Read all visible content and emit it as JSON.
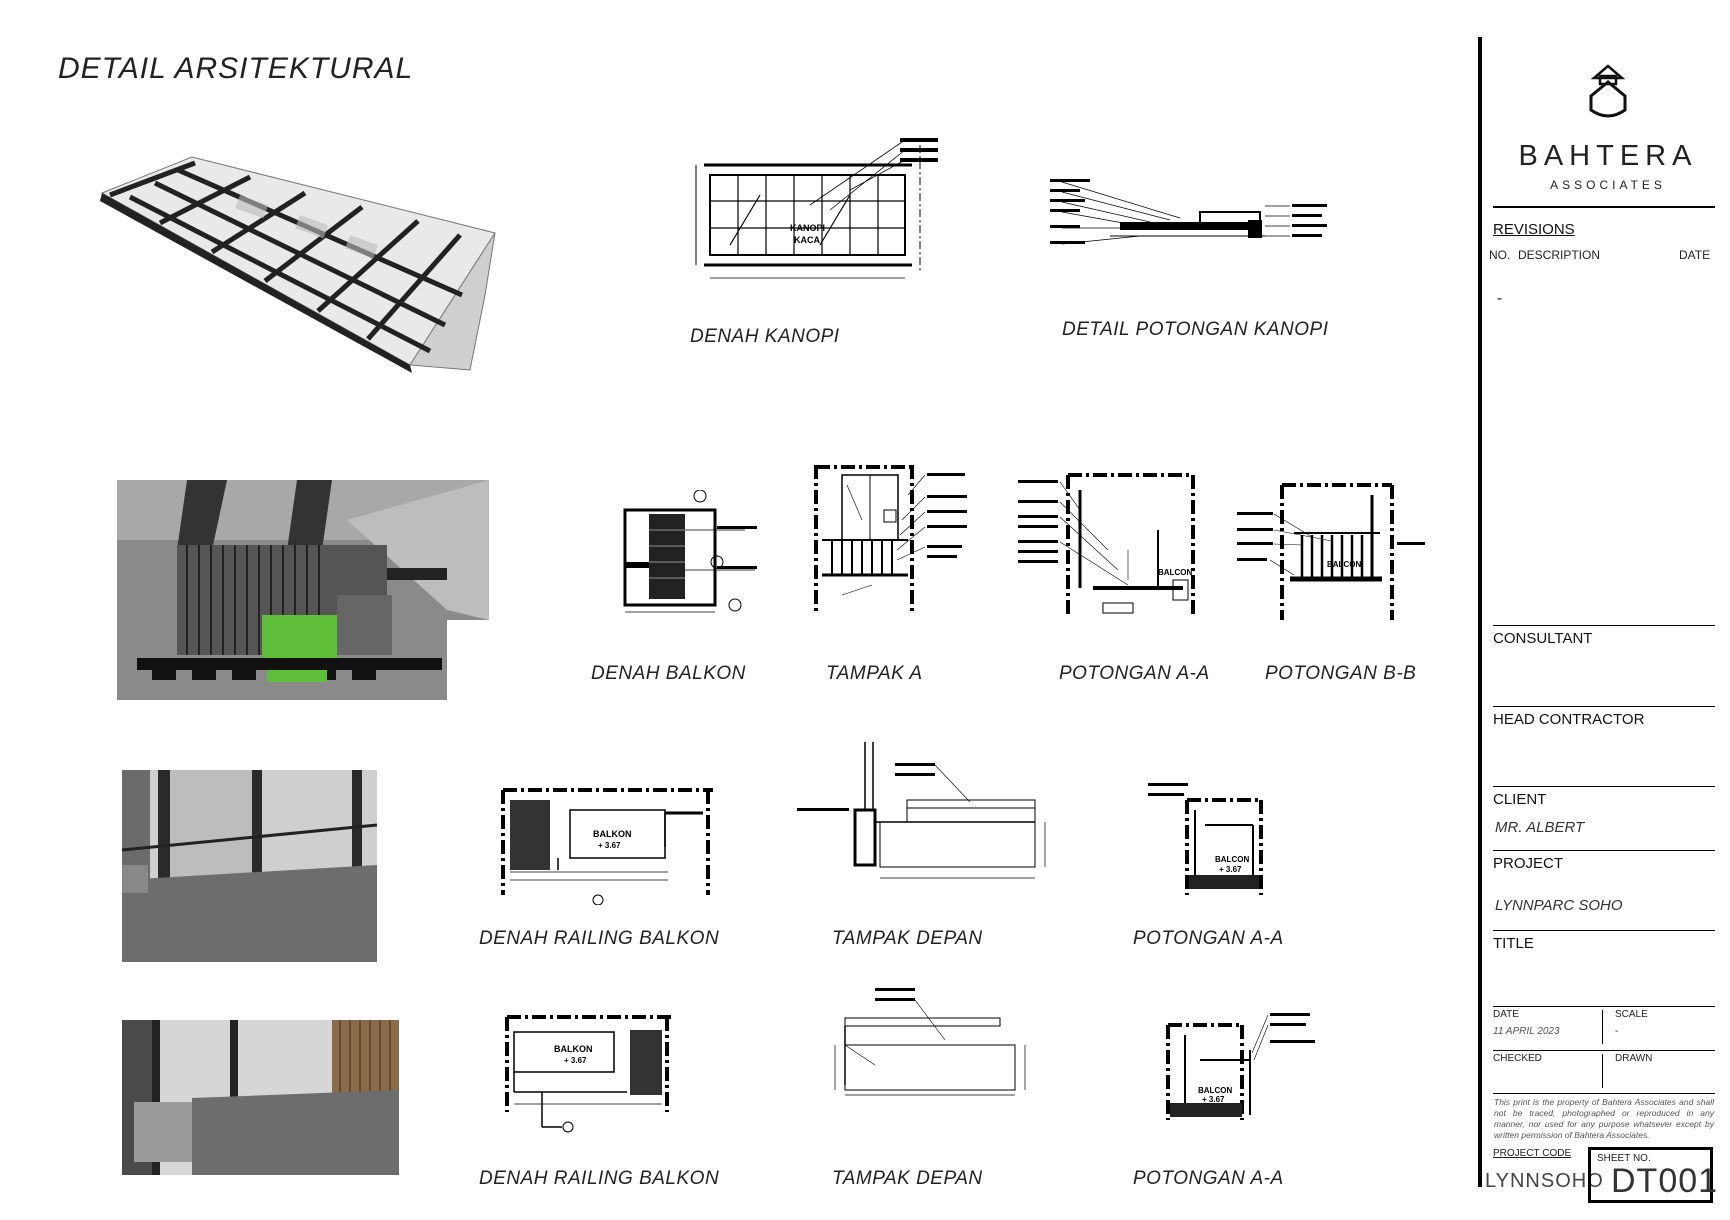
{
  "page_title": "DETAIL ARSITEKTURAL",
  "captions": {
    "denah_kanopi": "DENAH KANOPI",
    "detail_potongan_kanopi": "DETAIL POTONGAN KANOPI",
    "denah_balkon": "DENAH BALKON",
    "tampak_a": "TAMPAK A",
    "potongan_aa_1": "POTONGAN A-A",
    "potongan_bb": "POTONGAN B-B",
    "denah_railing_balkon_1": "DENAH RAILING BALKON",
    "tampak_depan_1": "TAMPAK DEPAN",
    "potongan_aa_2": "POTONGAN A-A",
    "denah_railing_balkon_2": "DENAH RAILING BALKON",
    "tampak_depan_2": "TAMPAK DEPAN",
    "potongan_aa_3": "POTONGAN A-A"
  },
  "drawing_labels": {
    "kanopi": "KANOPI",
    "kaca": "KACA",
    "balkon": "BALKON",
    "balkon_level": "+ 3.67",
    "balcon_sec": "BALCON",
    "balcon_level": "+ 3.67"
  },
  "title_block": {
    "company": "BAHTERA",
    "company_sub": "ASSOCIATES",
    "revisions_label": "REVISIONS",
    "col_no": "NO.",
    "col_description": "DESCRIPTION",
    "col_date": "DATE",
    "revision_entry": "-",
    "consultant_label": "CONSULTANT",
    "head_contractor_label": "HEAD CONTRACTOR",
    "client_label": "CLIENT",
    "client_value": "MR. ALBERT",
    "project_label": "PROJECT",
    "project_value": "LYNNPARC SOHO",
    "title_label": "TITLE",
    "date_label": "DATE",
    "date_value": "11 APRIL 2023",
    "scale_label": "SCALE",
    "scale_value": "-",
    "checked_label": "CHECKED",
    "drawn_label": "DRAWN",
    "disclaimer": "This print is the property of Bahtera Associates and shall not be traced, photographed or reproduced in any manner, nor used for any purpose whatsever except by written permission of Bahtera Associates.",
    "project_code_label": "PROJECT CODE",
    "project_code_value": "LYNNSOHO",
    "sheet_no_label": "SHEET NO.",
    "sheet_no_value": "DT001"
  },
  "colors": {
    "ink": "#111111",
    "grass": "#5fbf3a",
    "render_grey": "#6d6d6d"
  }
}
